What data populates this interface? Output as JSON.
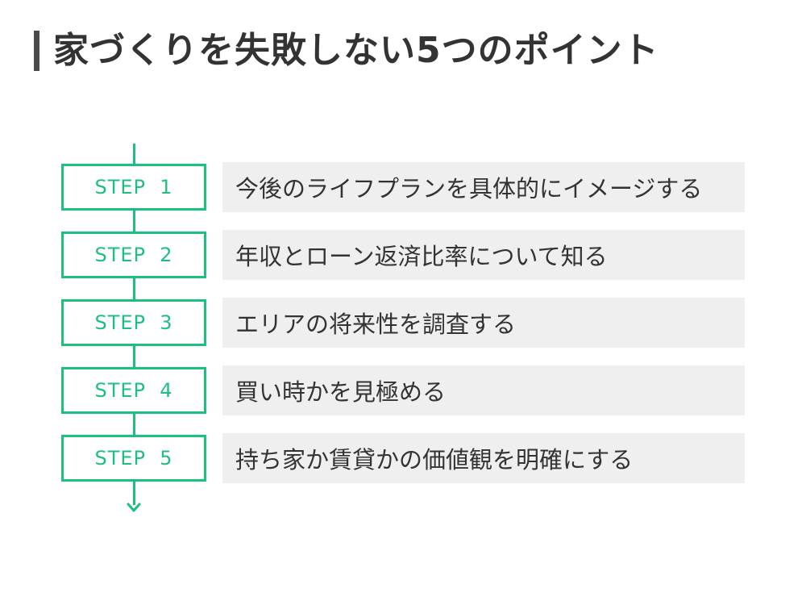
{
  "title": "家づくりを失敗しない5つのポイント",
  "colors": {
    "accent": "#1dbf7e",
    "title_bar": "#4a4a4a",
    "text": "#333333",
    "row_background": "#efefef"
  },
  "steps": [
    {
      "label": "STEP  1",
      "text": "今後のライフプランを具体的にイメージする"
    },
    {
      "label": "STEP  2",
      "text": "年収とローン返済比率について知る"
    },
    {
      "label": "STEP  3",
      "text": "エリアの将来性を調査する"
    },
    {
      "label": "STEP  4",
      "text": "買い時かを見極める"
    },
    {
      "label": "STEP  5",
      "text": "持ち家か賃貸かの価値観を明確にする"
    }
  ]
}
